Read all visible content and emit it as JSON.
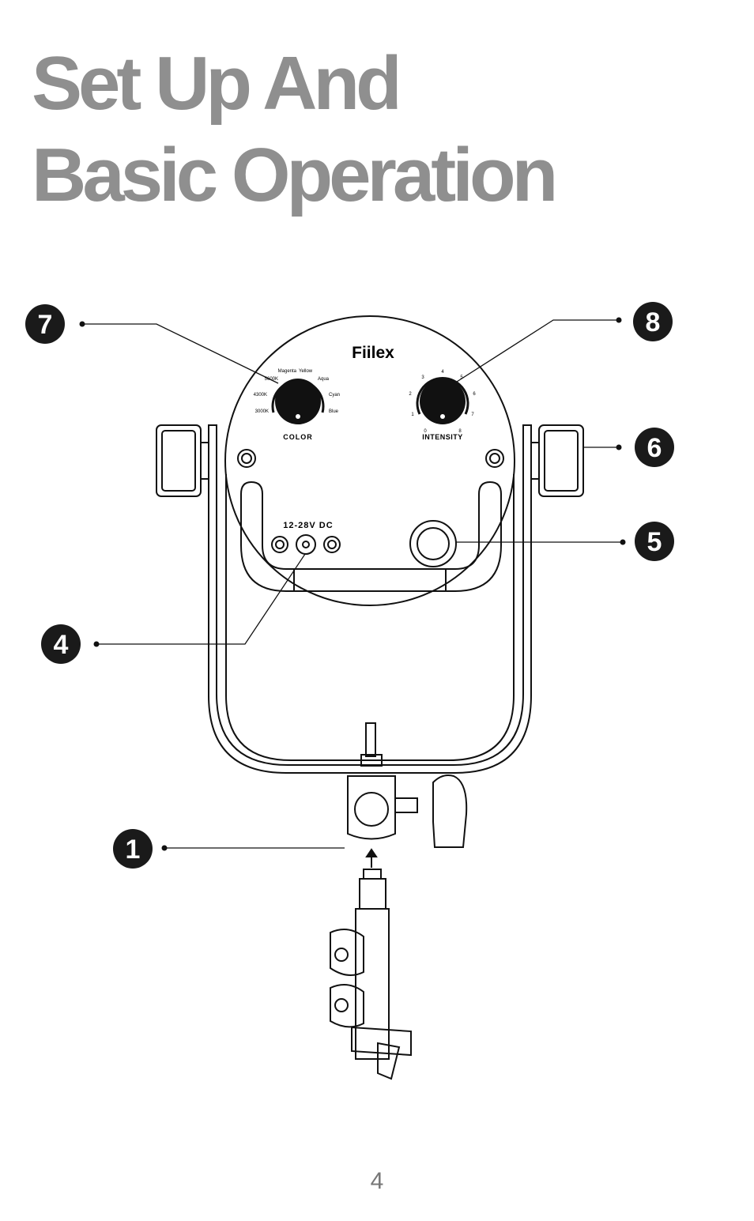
{
  "title": {
    "line1": "Set Up And",
    "line2": "Basic Operation"
  },
  "brand": "Fiilex",
  "color_knob": {
    "label": "COLOR",
    "marks": [
      "3000K",
      "4300K",
      "5600K",
      "Magenta",
      "Yellow",
      "Aqua",
      "Cyan",
      "Blue"
    ]
  },
  "intensity_knob": {
    "label": "INTENSITY",
    "marks": [
      "0",
      "1",
      "2",
      "3",
      "4",
      "5",
      "6",
      "7",
      "8"
    ]
  },
  "power_input_label": "12-28V DC",
  "callouts": [
    "7",
    "8",
    "6",
    "5",
    "4",
    "1"
  ],
  "page_number": "4"
}
